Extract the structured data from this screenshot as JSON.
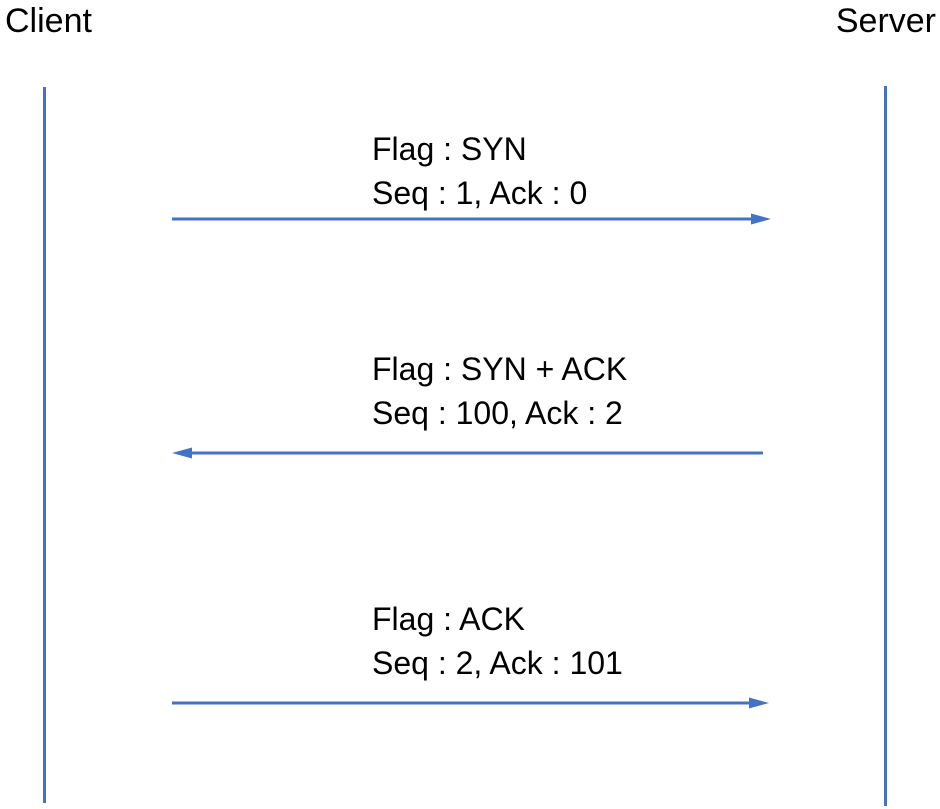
{
  "diagram": {
    "actors": {
      "client": "Client",
      "server": "Server"
    },
    "colors": {
      "line": "#4472C4",
      "text": "#000000",
      "background": "#FFFFFF"
    },
    "messages": [
      {
        "flag_line": "Flag : SYN",
        "seq_line": "Seq : 1, Ack : 0",
        "direction": "client-to-server"
      },
      {
        "flag_line": "Flag : SYN + ACK",
        "seq_line": "Seq : 100, Ack : 2",
        "direction": "server-to-client"
      },
      {
        "flag_line": "Flag : ACK",
        "seq_line": "Seq : 2, Ack : 101",
        "direction": "client-to-server"
      }
    ]
  }
}
